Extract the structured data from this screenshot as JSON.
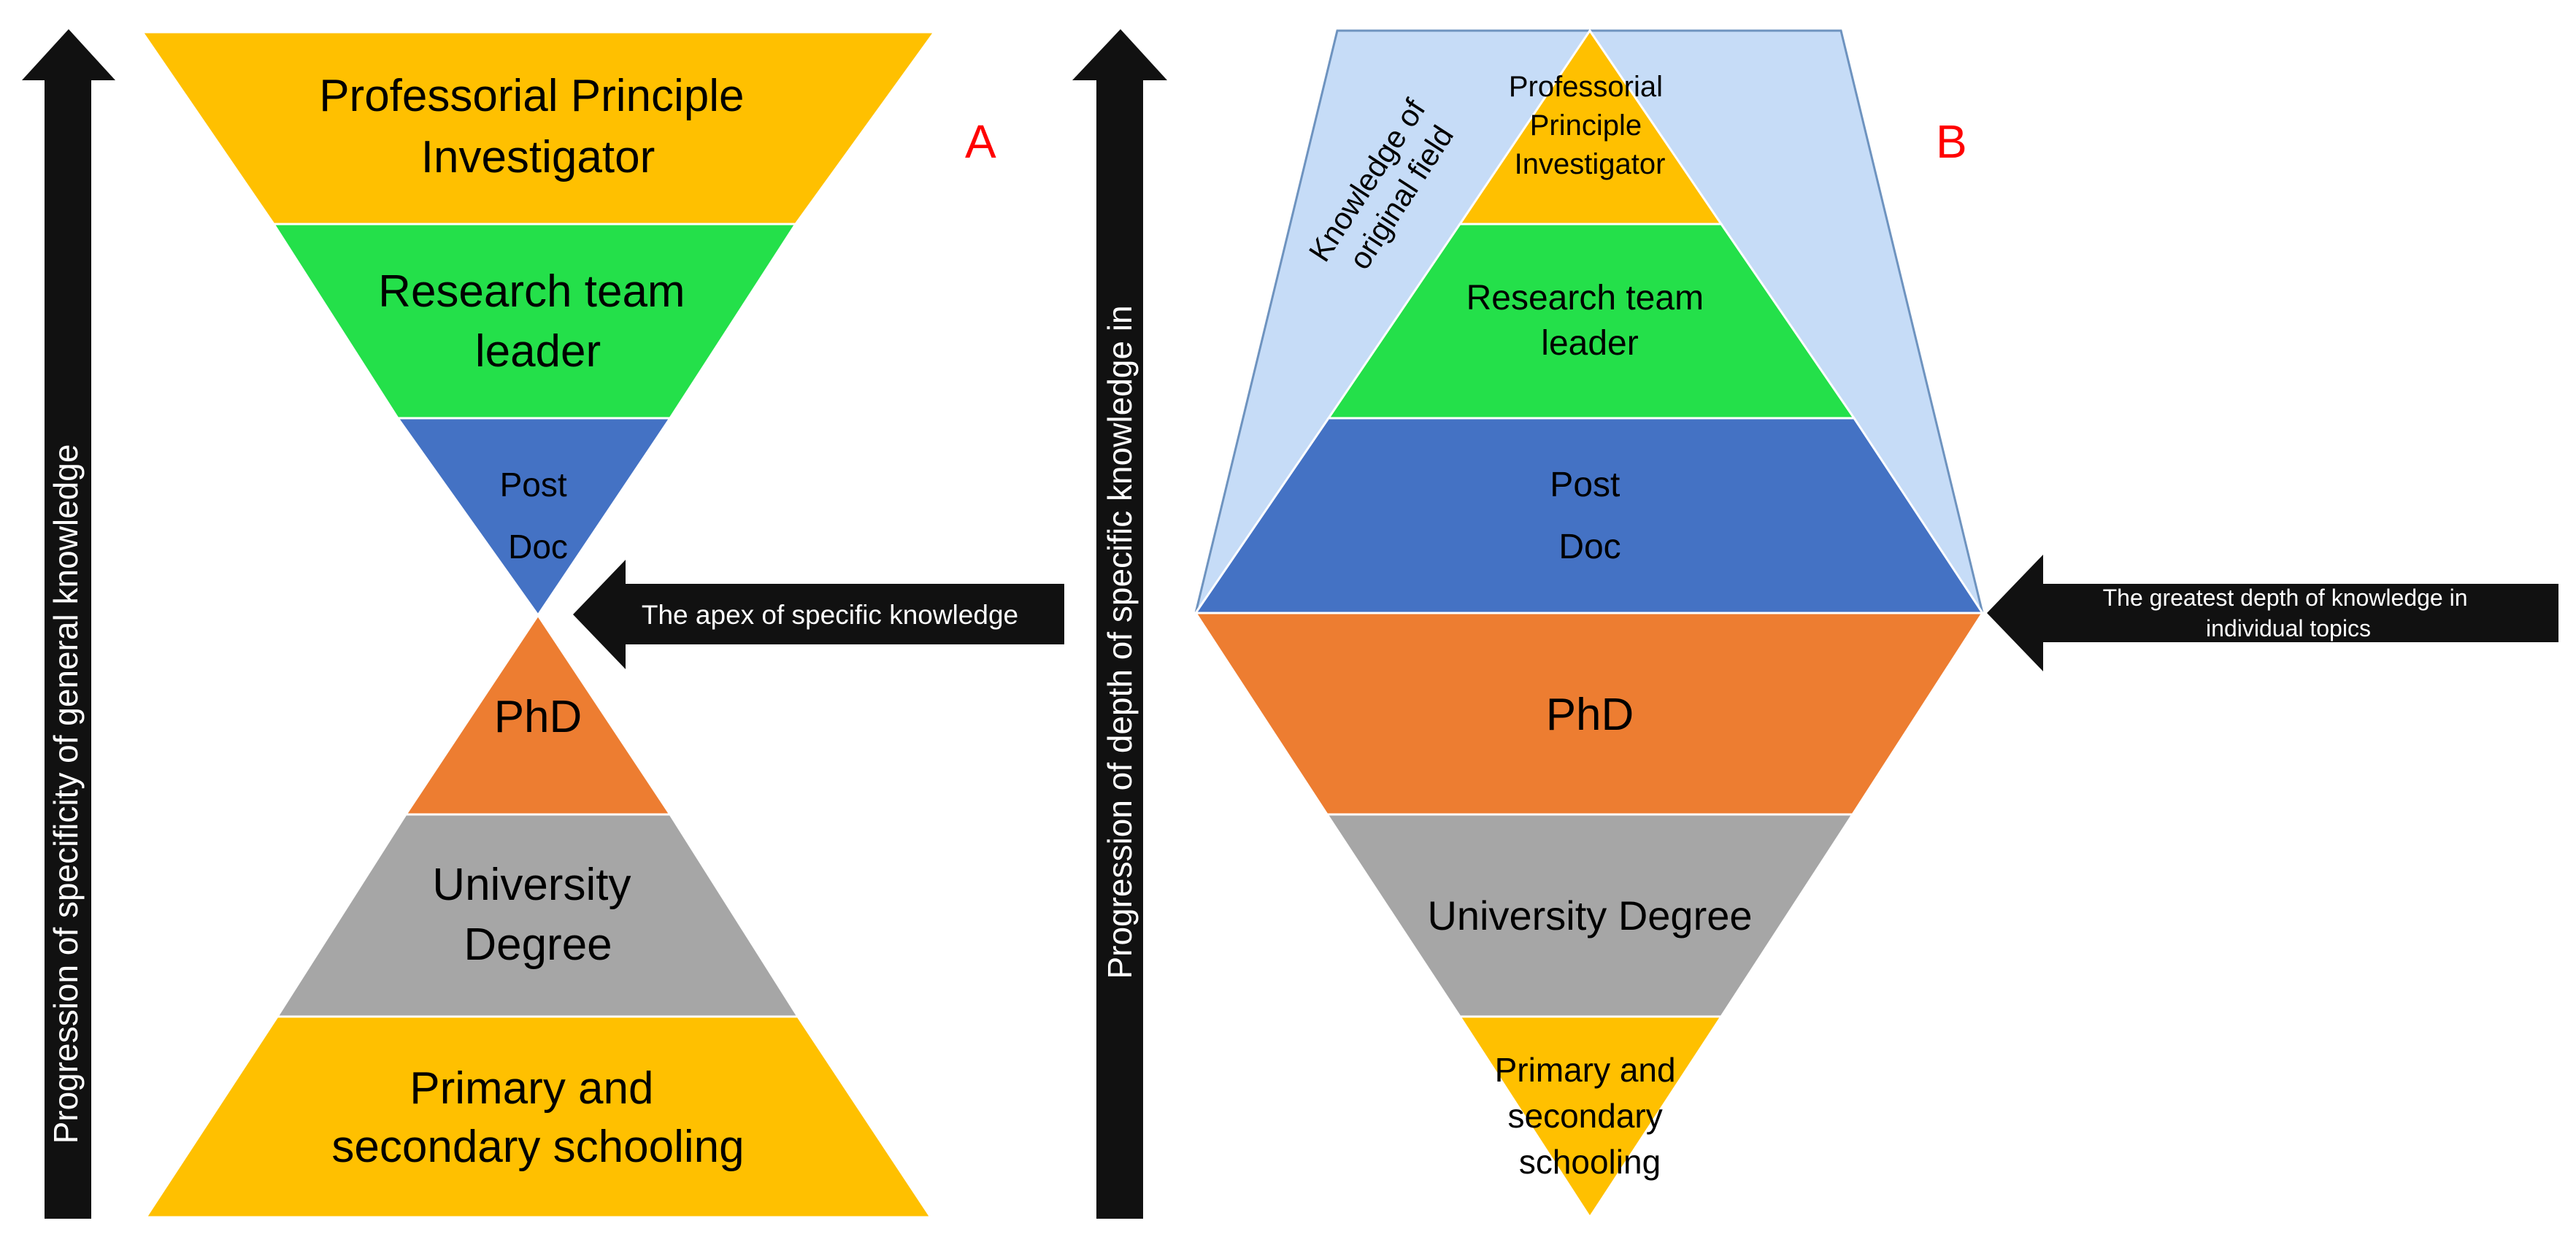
{
  "colors": {
    "gold": "#ffc000",
    "green": "#24e04a",
    "blue": "#4472c4",
    "orange": "#ed7d31",
    "gray": "#a6a6a6",
    "light_blue": "#c6dcf7",
    "arrow": "#111111",
    "panel_letter": "#ff0000"
  },
  "panel_a": {
    "letter": "A",
    "axis_label": "Progression of specificity of general knowledge",
    "apex_label": "The apex of specific  knowledge",
    "levels": {
      "professorial": [
        "Professorial  Principle",
        "Investigator"
      ],
      "research_team": [
        "Research team",
        "leader"
      ],
      "post_doc": [
        "Post",
        "Doc"
      ],
      "phd": [
        "PhD"
      ],
      "university": [
        "University",
        "Degree"
      ],
      "schooling": [
        "Primary and",
        "secondary schooling"
      ]
    }
  },
  "panel_b": {
    "letter": "B",
    "axis_label": "Progression of depth of specific knowledge in",
    "field_label": [
      "Knowledge of",
      "original field"
    ],
    "depth_label": [
      "The greatest depth of knowledge in",
      "individual topics"
    ],
    "levels": {
      "professorial": [
        "Professorial",
        "Principle",
        "Investigator"
      ],
      "research_team": [
        "Research team",
        "leader"
      ],
      "post_doc": [
        "Post",
        "Doc"
      ],
      "phd": [
        "PhD"
      ],
      "university": [
        "University Degree"
      ],
      "schooling": [
        "Primary and",
        "secondary",
        "schooling"
      ]
    }
  }
}
